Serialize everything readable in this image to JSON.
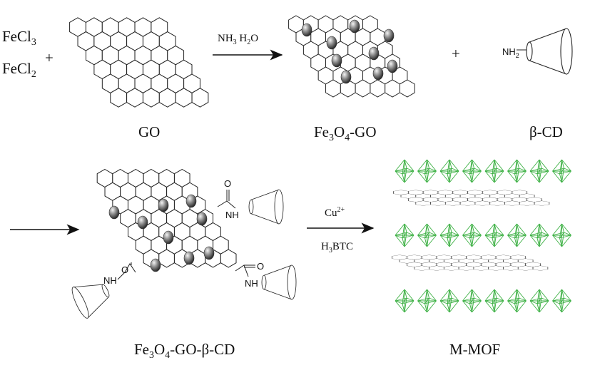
{
  "reactants": {
    "fecl3": {
      "base": "FeCl",
      "sub": "3"
    },
    "fecl2": {
      "base": "FeCl",
      "sub": "2"
    },
    "plus": "+"
  },
  "go_label": "GO",
  "step1": {
    "a": "NH",
    "a_sub": "3",
    "b": " H",
    "b_sub": "2",
    "c": "O"
  },
  "fe3o4_go": {
    "p1": "Fe",
    "s1": "3",
    "p2": "O",
    "s2": "4",
    "p3": "-GO"
  },
  "plus2": "+",
  "bcd": {
    "amine": "NH",
    "amine_sub": "2",
    "label": "β-CD"
  },
  "amide": {
    "o": "O",
    "nh": "NH"
  },
  "product": {
    "p1": "Fe",
    "s1": "3",
    "p2": "O",
    "s2": "4",
    "p3": "-GO-β-CD"
  },
  "step2": {
    "cu": "Cu",
    "cu_sup": "2+",
    "h": "H",
    "h_sub": "3",
    "btc": "BTC"
  },
  "mmof_label": "M-MOF",
  "colors": {
    "line": "#222222",
    "mof": "#3cb043",
    "ball": "#888888"
  }
}
